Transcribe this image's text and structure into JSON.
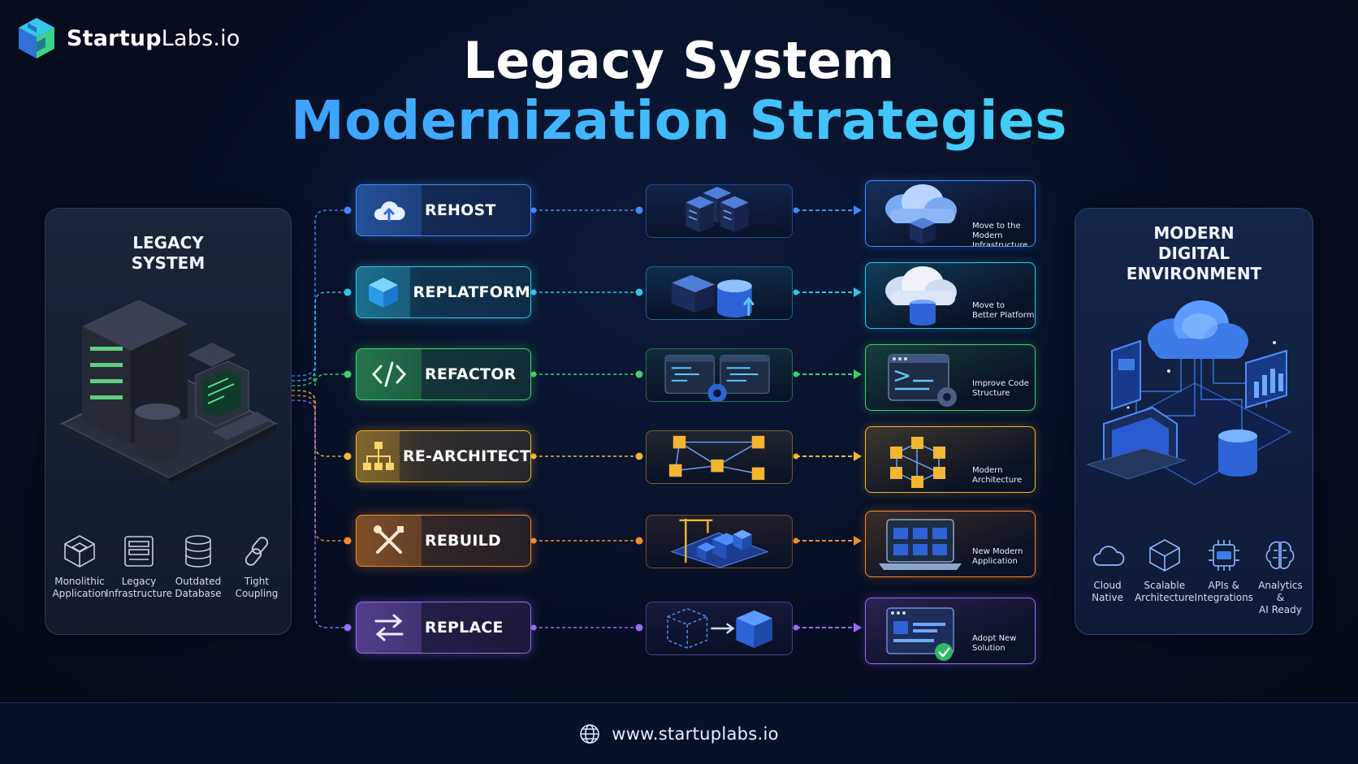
{
  "brand": {
    "name_bold": "Startup",
    "name_light": "Labs.io"
  },
  "title": {
    "line1": "Legacy System",
    "line2": "Modernization Strategies"
  },
  "legacy": {
    "title_lines": [
      "LEGACY",
      "SYSTEM"
    ],
    "features": [
      {
        "icon": "cube-icon",
        "lines": [
          "Monolithic",
          "Application"
        ]
      },
      {
        "icon": "server-rack-icon",
        "lines": [
          "Legacy",
          "Infrastructure"
        ]
      },
      {
        "icon": "database-icon",
        "lines": [
          "Outdated",
          "Database"
        ]
      },
      {
        "icon": "chain-link-icon",
        "lines": [
          "Tight",
          "Coupling"
        ]
      }
    ]
  },
  "modern": {
    "title_lines": [
      "MODERN",
      "DIGITAL",
      "ENVIRONMENT"
    ],
    "features": [
      {
        "icon": "cloud-icon",
        "lines": [
          "Cloud",
          "Native"
        ]
      },
      {
        "icon": "cube-icon",
        "lines": [
          "Scalable",
          "Architecture"
        ]
      },
      {
        "icon": "api-chip-icon",
        "lines": [
          "APIs &",
          "Integrations"
        ]
      },
      {
        "icon": "brain-icon",
        "lines": [
          "Analytics &",
          "AI Ready"
        ]
      }
    ]
  },
  "strategies": [
    {
      "key": "rehost",
      "label": "REHOST",
      "icon": "cloud-upload-icon",
      "color": "#3f8cff",
      "result_lines": [
        "Move to the",
        "Modern Infrastructure"
      ]
    },
    {
      "key": "replatform",
      "label": "REPLATFORM",
      "icon": "box-icon",
      "color": "#2fc7ea",
      "result_lines": [
        "Move to",
        "Better Platform"
      ]
    },
    {
      "key": "refactor",
      "label": "REFACTOR",
      "icon": "code-icon",
      "color": "#3fd26a",
      "result_lines": [
        "Improve Code",
        "Structure"
      ]
    },
    {
      "key": "rearchitect",
      "label": "RE-ARCHITECT",
      "icon": "hierarchy-icon",
      "color": "#f2b632",
      "result_lines": [
        "Modern",
        "Architecture"
      ]
    },
    {
      "key": "rebuild",
      "label": "REBUILD",
      "icon": "tools-icon",
      "color": "#f58c2a",
      "result_lines": [
        "New Modern",
        "Application"
      ]
    },
    {
      "key": "replace",
      "label": "REPLACE",
      "icon": "swap-arrows-icon",
      "color": "#9a6cf2",
      "result_lines": [
        "Adopt New",
        "Solution"
      ]
    }
  ],
  "footer": {
    "url": "www.startuplabs.io"
  }
}
